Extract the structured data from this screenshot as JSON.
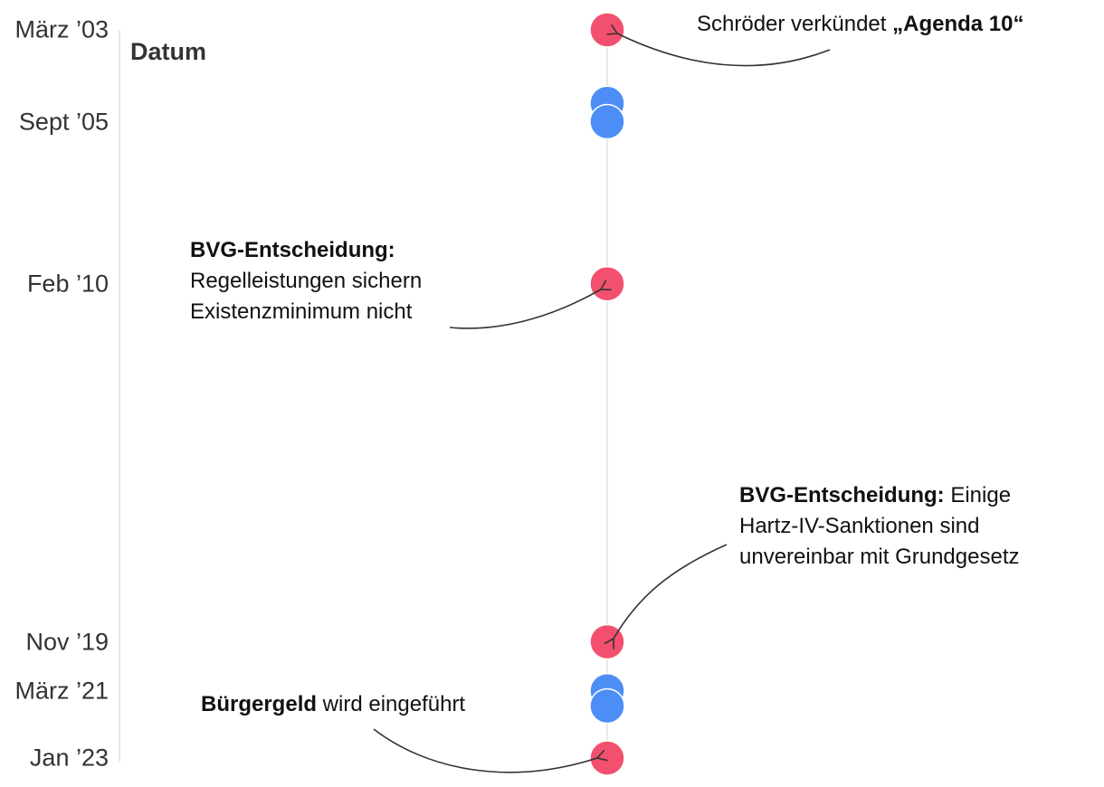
{
  "chart_data": {
    "type": "scatter",
    "ylabel": "Datum",
    "y_ticks": [
      "März ’03",
      "Sept ’05",
      "Feb ’10",
      "Nov ’19",
      "März ’21",
      "Jan ’23"
    ],
    "y_tick_dates": [
      "2003-03",
      "2005-09",
      "2010-02",
      "2019-11",
      "2021-03",
      "2023-01"
    ],
    "ylim": [
      "2003-03",
      "2023-01"
    ],
    "colors": {
      "red": "#F2506E",
      "blue": "#4C8EF5",
      "axis": "#e0e0e0"
    },
    "points": [
      {
        "date": "2003-03",
        "color": "red"
      },
      {
        "date": "2005-03",
        "color": "blue"
      },
      {
        "date": "2005-09",
        "color": "blue"
      },
      {
        "date": "2010-02",
        "color": "red"
      },
      {
        "date": "2019-11",
        "color": "red"
      },
      {
        "date": "2021-03",
        "color": "blue"
      },
      {
        "date": "2021-08",
        "color": "blue"
      },
      {
        "date": "2023-01",
        "color": "red"
      }
    ],
    "annotations": [
      {
        "bold": "",
        "text": "Schröder verkündet ",
        "bold_after": "„Agenda 10“"
      },
      {
        "bold": "BVG-Entscheidung:",
        "lines": [
          "Regelleistungen sichern",
          "Existenzminimum nicht"
        ]
      },
      {
        "bold": "BVG-Entscheidung:",
        "first_rest": " Einige",
        "lines": [
          "Hartz-IV-Sanktionen sind",
          "unvereinbar mit Grundgesetz"
        ]
      },
      {
        "bold": "Bürgergeld",
        "text": " wird eingeführt"
      }
    ]
  }
}
